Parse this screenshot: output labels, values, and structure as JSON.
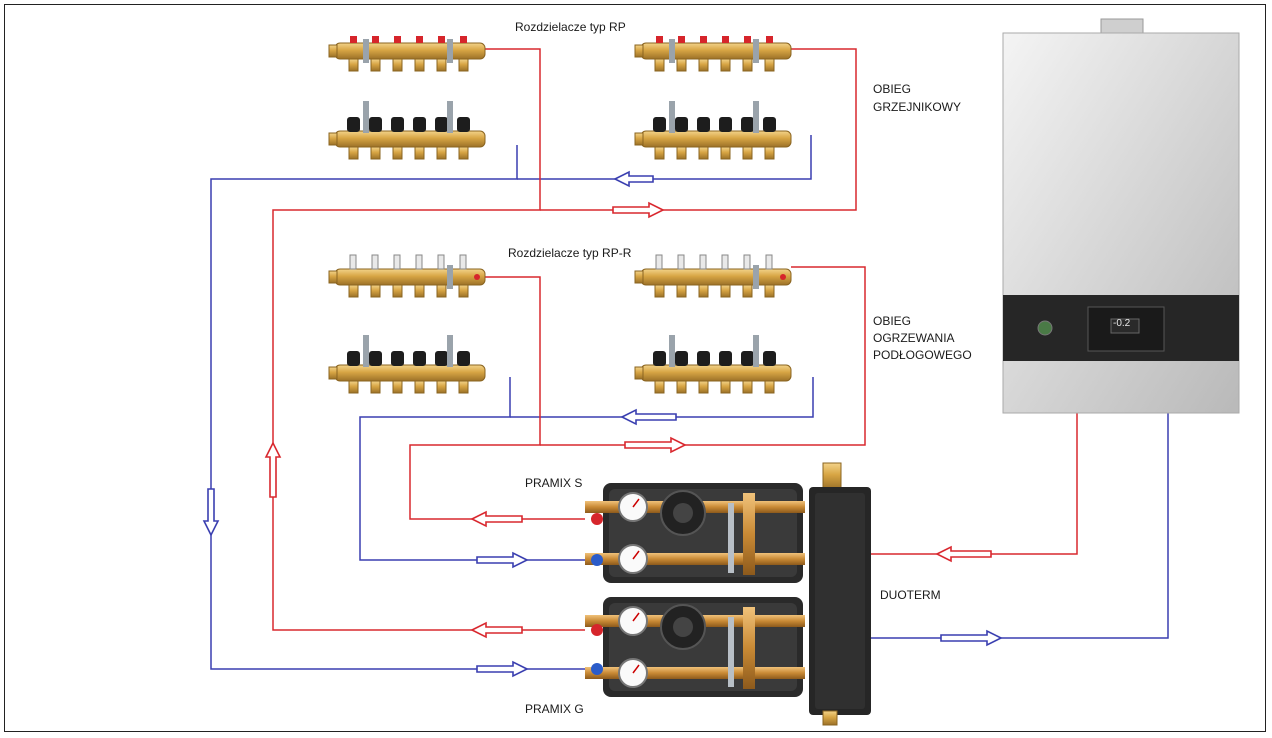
{
  "labels": {
    "rp_title": "Rozdzielacze typ RP",
    "rpr_title": "Rozdzielacze typ RP-R",
    "radiator_circuit_1": "OBIEG",
    "radiator_circuit_2": "GRZEJNIKOWY",
    "floor_circuit_1": "OBIEG",
    "floor_circuit_2": "OGRZEWANIA",
    "floor_circuit_3": "PODŁOGOWEGO",
    "pramix_s": "PRAMIX  S",
    "pramix_g": "PRAMIX  G",
    "duoterm": "DUOTERM",
    "boiler_display": "-0.2"
  },
  "colors": {
    "supply": "#d9282f",
    "return": "#3a3fb0",
    "brass": "#d7a544",
    "dark": "#1c1c1c",
    "boiler_body": "#d9d9d9"
  },
  "icons": [
    "boiler-icon",
    "manifold-icon",
    "pump-group-icon",
    "hydraulic-separator-icon",
    "arrow-icon"
  ]
}
